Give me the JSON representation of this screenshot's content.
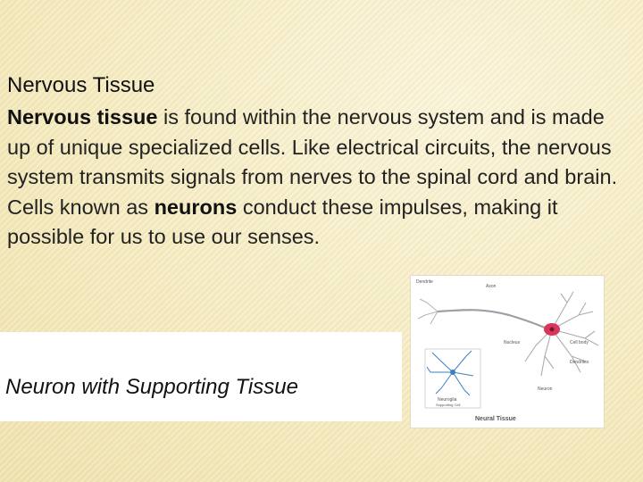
{
  "slide": {
    "title": "Nervous Tissue",
    "paragraph": {
      "bold_lead": "Nervous tissue",
      "text_1": " is found within the nervous system and is made up of unique specialized cells. Like electrical circuits, the nervous system transmits signals from nerves to the spinal cord and brain. Cells known as ",
      "bold_term": "neurons",
      "text_2": " conduct these impulses, making it possible for us to use our senses."
    },
    "caption": "Neuron with Supporting Tissue"
  },
  "figure": {
    "labels": {
      "dendrite_top": "Dendrite",
      "axon": "Axon",
      "nucleus": "Nucleus",
      "cell_body": "Cell body",
      "dendrites": "Dendrites",
      "neuron": "Neuron",
      "neuroglia": "Neuroglia",
      "supporting_cell": "Supporting Cell",
      "title": "Neural Tissue"
    }
  },
  "colors": {
    "background": "#f7efc9",
    "text": "#222222",
    "neuron_body": "#d9365c",
    "glia": "#3b7fc0"
  }
}
